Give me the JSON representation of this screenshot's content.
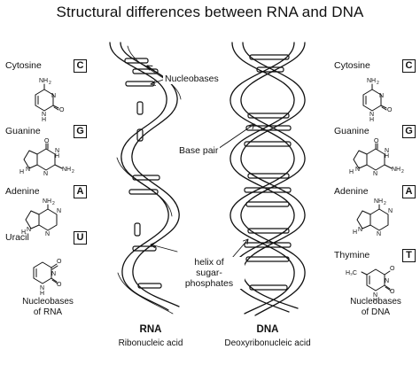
{
  "title": "Structural differences between RNA and DNA",
  "rna_bases": [
    {
      "name": "Cytosine",
      "letter": "C"
    },
    {
      "name": "Guanine",
      "letter": "G"
    },
    {
      "name": "Adenine",
      "letter": "A"
    },
    {
      "name": "Uracil",
      "letter": "U"
    }
  ],
  "dna_bases": [
    {
      "name": "Cytosine",
      "letter": "C"
    },
    {
      "name": "Guanine",
      "letter": "G"
    },
    {
      "name": "Adenine",
      "letter": "A"
    },
    {
      "name": "Thymine",
      "letter": "T"
    }
  ],
  "atoms": {
    "nh2": "NH",
    "nh2_sub": "2",
    "n": "N",
    "o": "O",
    "h": "H",
    "h3c": "H₃C"
  },
  "callouts": {
    "nucleobases": "Nucleobases",
    "base_pair": "Base pair",
    "helix_line1": "helix of",
    "helix_line2": "sugar-phosphates"
  },
  "rna": {
    "name": "RNA",
    "full": "Ribonucleic acid",
    "caption_line1": "Nucleobases",
    "caption_line2": "of RNA"
  },
  "dna": {
    "name": "DNA",
    "full": "Deoxyribonucleic acid",
    "caption_line1": "Nucleobases",
    "caption_line2": "of DNA"
  },
  "colors": {
    "ink": "#111111",
    "background": "#ffffff"
  }
}
